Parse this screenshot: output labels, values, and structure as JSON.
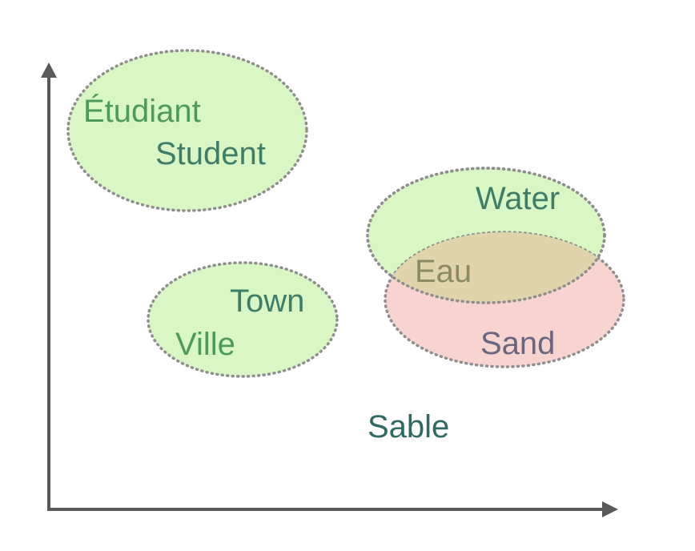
{
  "palette": {
    "green_fill": "#d9f7c5",
    "red_fill": "#f8d4d1",
    "overlap_fill": "#e1d3ac",
    "outline": "#8e8e8e",
    "axis": "#595959",
    "green_text": "#4e9a5c",
    "teal_text": "#3f7d66",
    "overlap_text": "#8a8a63",
    "sand_text": "#6a6680",
    "sable_text": "#2f6a62"
  },
  "clusters": [
    {
      "id": "student",
      "words": [
        "Étudiant",
        "Student"
      ]
    },
    {
      "id": "town",
      "words": [
        "Town",
        "Ville"
      ]
    },
    {
      "id": "water",
      "words": [
        "Water",
        "Eau"
      ]
    },
    {
      "id": "sand",
      "words": [
        "Sand",
        "Eau"
      ]
    }
  ],
  "labels": {
    "etudiant": "Étudiant",
    "student": "Student",
    "water": "Water",
    "eau": "Eau",
    "town": "Town",
    "ville": "Ville",
    "sand": "Sand",
    "sable": "Sable"
  }
}
